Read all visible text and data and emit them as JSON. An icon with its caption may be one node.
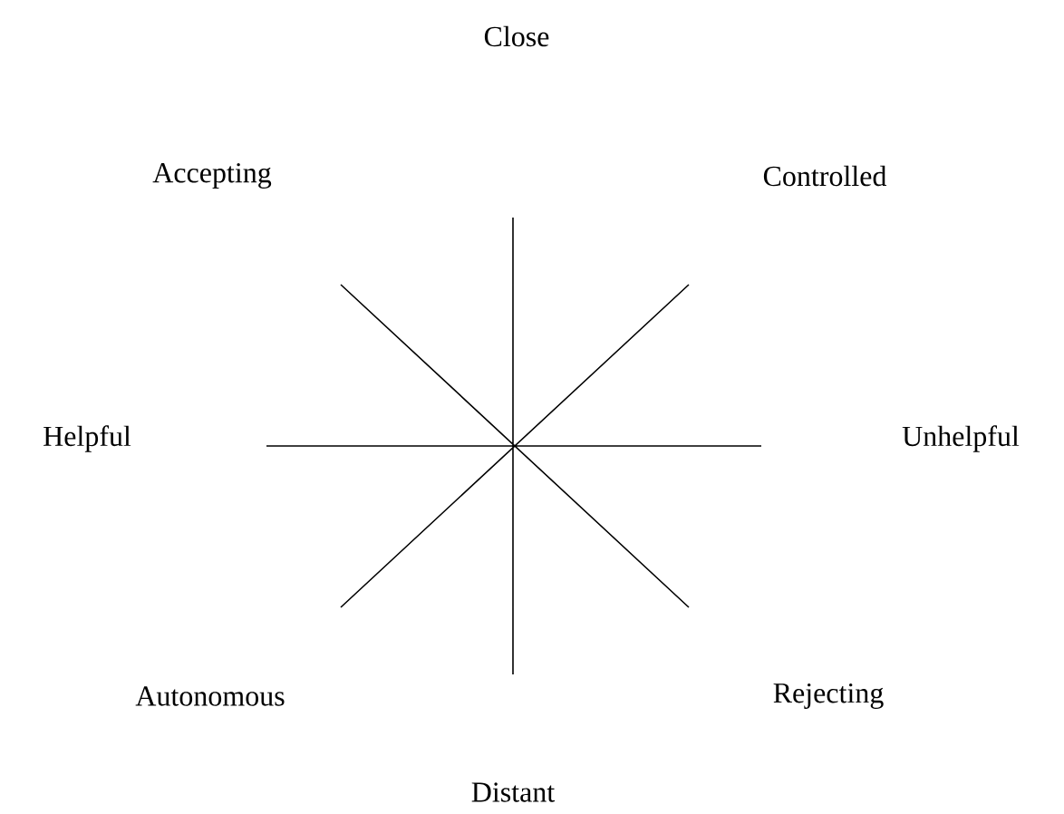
{
  "diagram": {
    "labels": [
      "Close",
      "Accepting",
      "Controlled",
      "Helpful",
      "Unhelpful",
      "Autonomous",
      "Rejecting",
      "Distant"
    ]
  }
}
